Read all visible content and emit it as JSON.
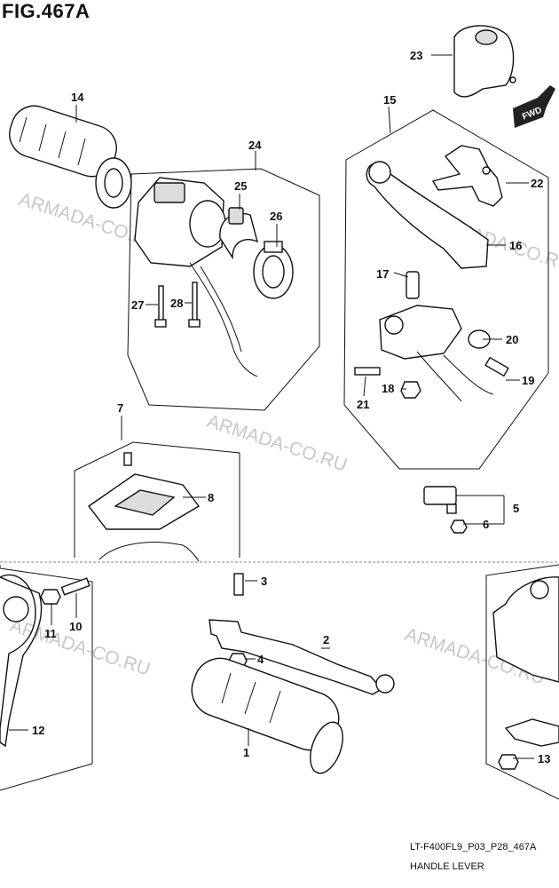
{
  "figure": {
    "title": "FIG.467A",
    "code": "LT-F400FL9_P03_P28_467A",
    "name": "HANDLE LEVER"
  },
  "fwd_label": "FWD",
  "watermark": "ARMADA-CO.RU",
  "callouts": {
    "c1": "1",
    "c2": "2",
    "c3": "3",
    "c4": "4",
    "c5": "5",
    "c6": "6",
    "c7": "7",
    "c8": "8",
    "c10": "10",
    "c11": "11",
    "c12": "12",
    "c13": "13",
    "c14": "14",
    "c15": "15",
    "c16": "16",
    "c17": "17",
    "c18": "18",
    "c19": "19",
    "c20": "20",
    "c21": "21",
    "c22": "22",
    "c23": "23",
    "c24": "24",
    "c25": "25",
    "c26": "26",
    "c27": "27",
    "c28": "28"
  }
}
